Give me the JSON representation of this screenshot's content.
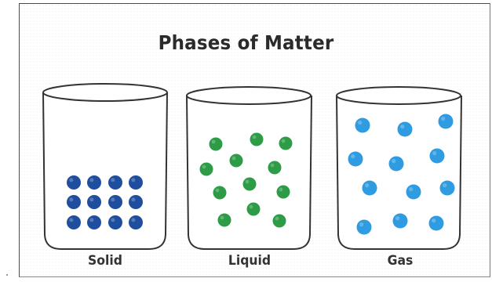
{
  "diagram": {
    "title": "Phases of Matter",
    "containers": [
      {
        "label": "Solid",
        "particle_color": "#1f4e9e",
        "arrangement": "grid-4x3"
      },
      {
        "label": "Liquid",
        "particle_color": "#2e9b46",
        "arrangement": "loose"
      },
      {
        "label": "Gas",
        "particle_color": "#2f9be0",
        "arrangement": "spread"
      }
    ]
  },
  "colors": {
    "beaker_outline": "#333333",
    "frame_border": "#4a4a4a",
    "text": "#2b2b2b"
  }
}
